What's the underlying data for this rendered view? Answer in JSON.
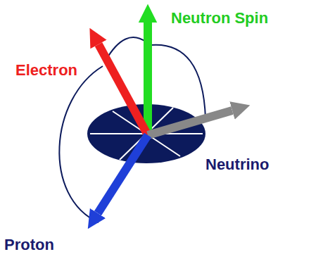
{
  "diagram": {
    "labels": [
      "Neutron Spin",
      "Electron",
      "Neutrino",
      "Proton"
    ]
  }
}
